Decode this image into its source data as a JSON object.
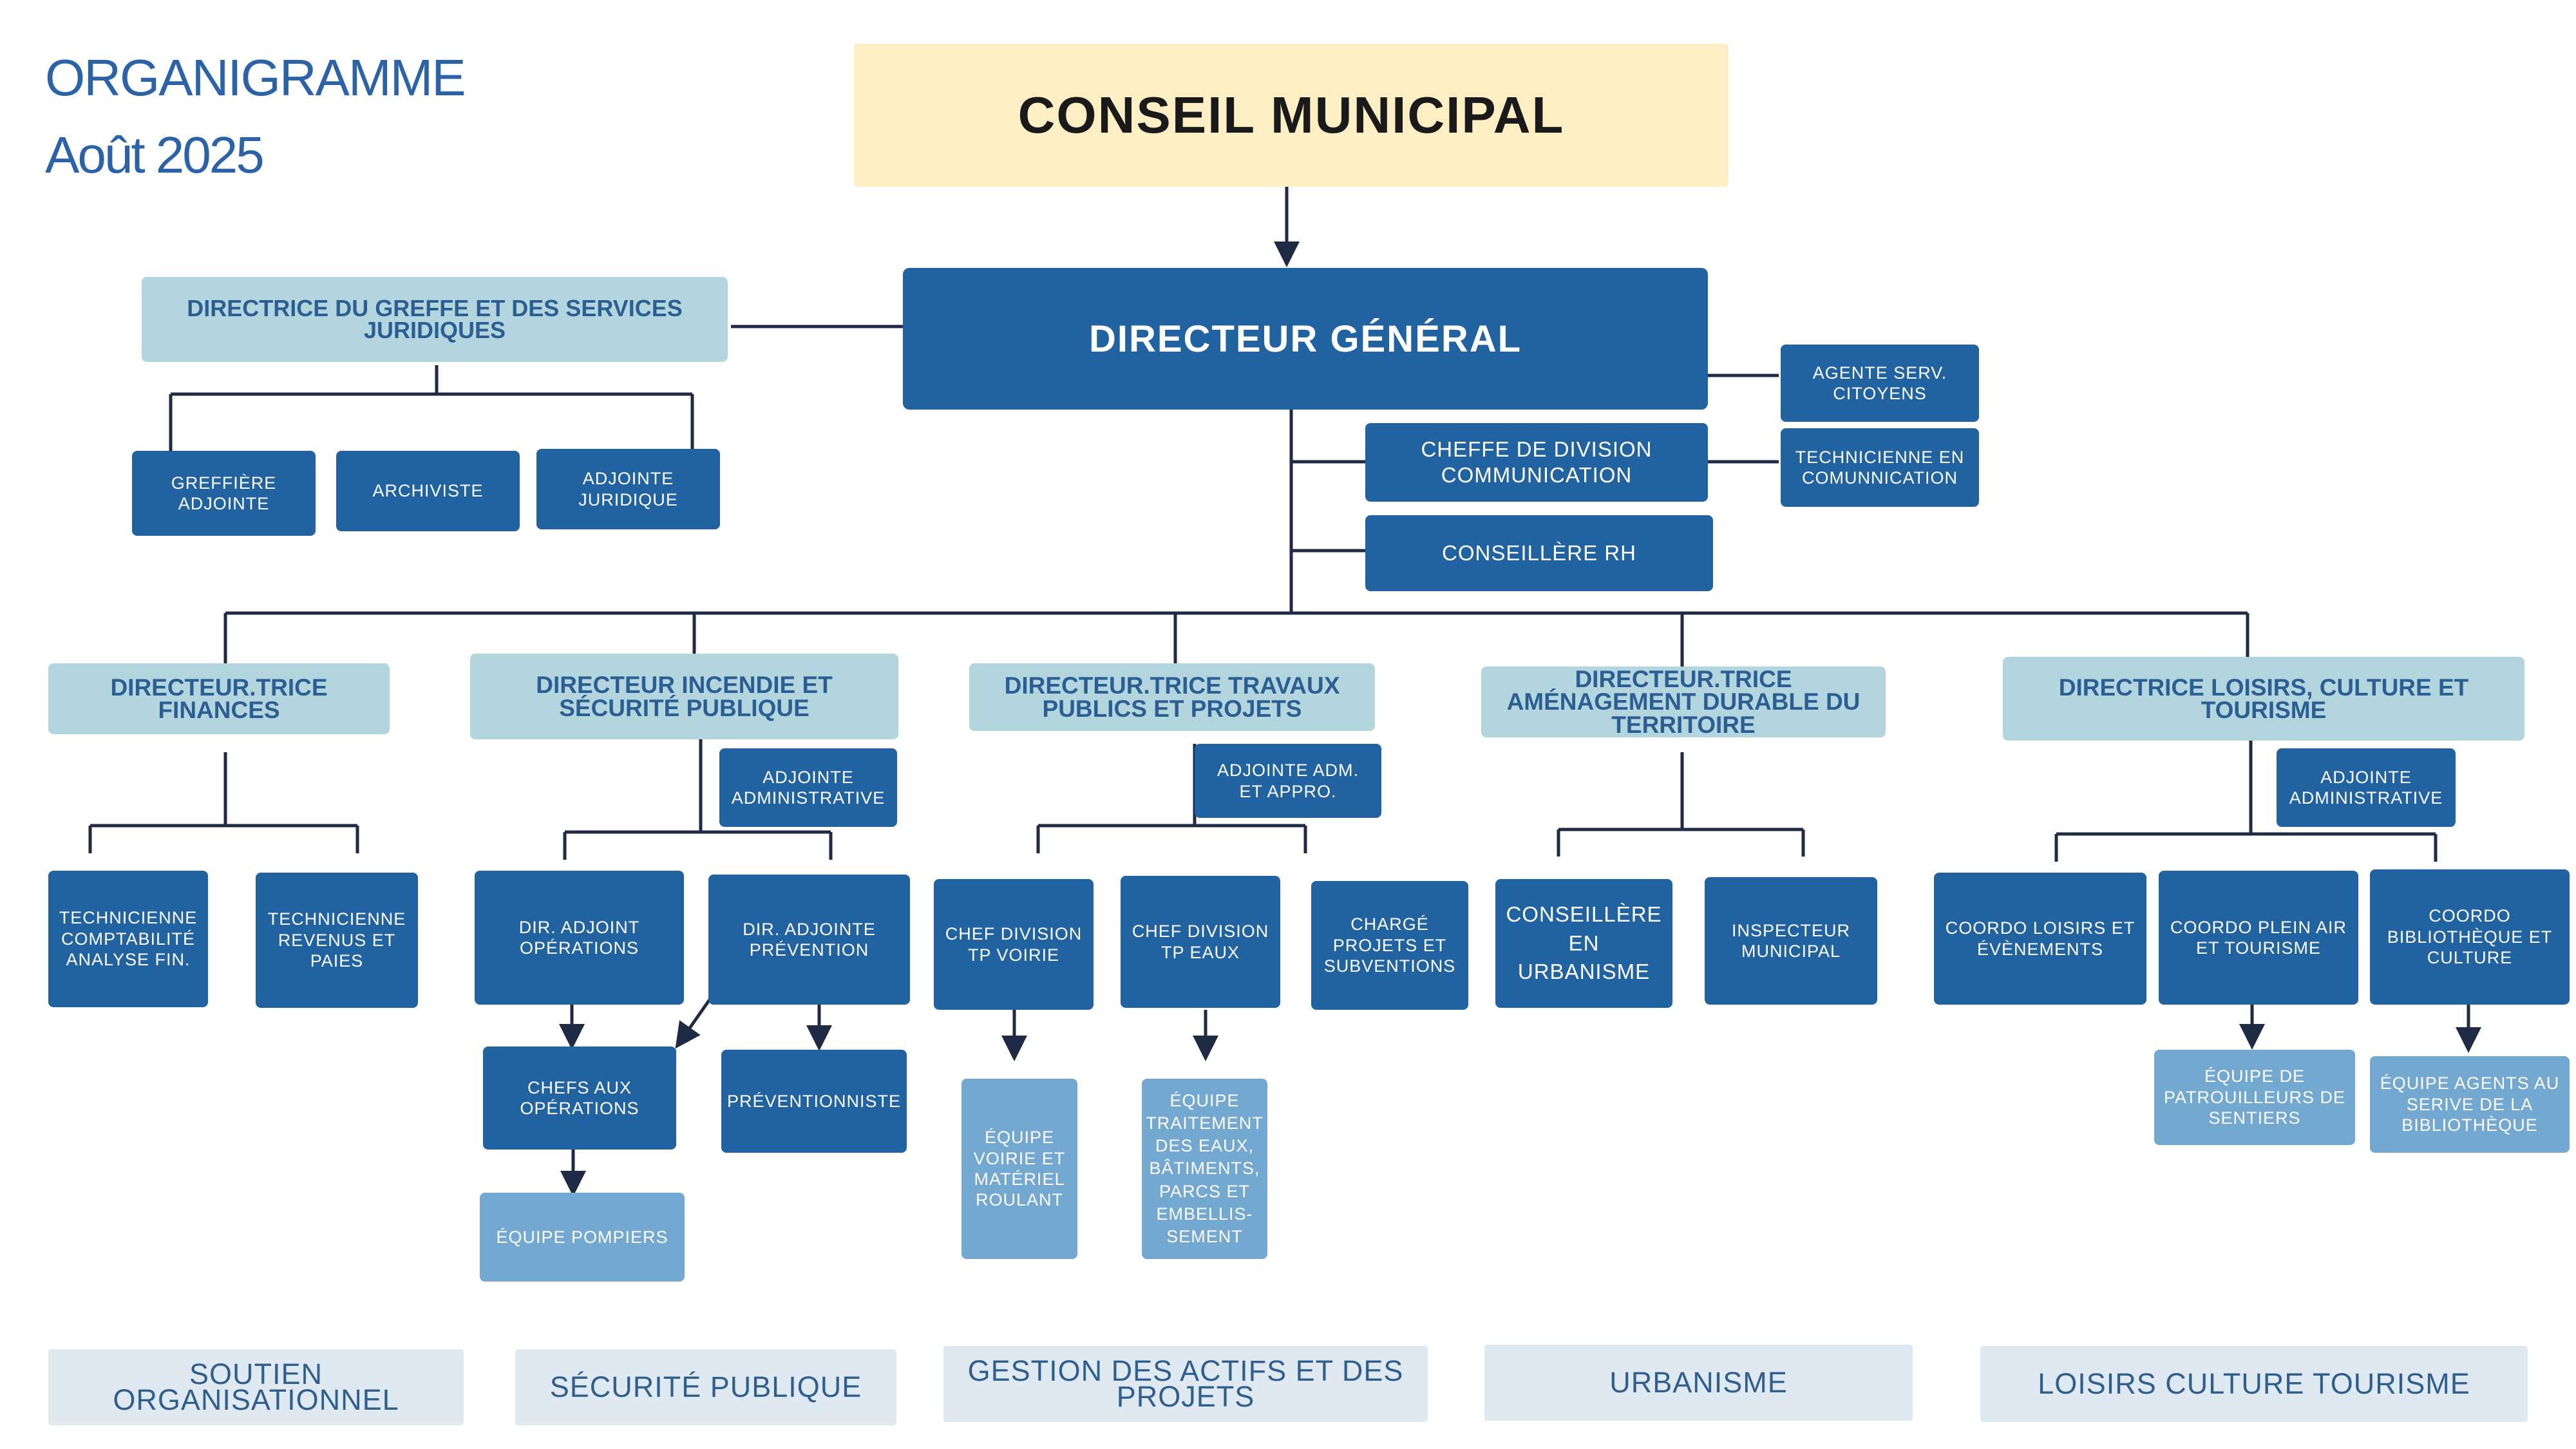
{
  "header": {
    "title": "ORGANIGRAMME",
    "date": "Août 2025"
  },
  "council": "CONSEIL MUNICIPAL",
  "director_general": "DIRECTEUR GÉNÉRAL",
  "greffe": {
    "head": "DIRECTRICE DU GREFFE ET DES SERVICES JURIDIQUES",
    "staff": [
      "GREFFIÈRE ADJOINTE",
      "ARCHIVISTE",
      "ADJOINTE JURIDIQUE"
    ]
  },
  "dg_staff": {
    "citizen_agent": "AGENTE SERV. CITOYENS",
    "comm_tech": "TECHNICIENNE EN COMUNNICATION",
    "comm_head": "CHEFFE DE DIVISION COMMUNICATION",
    "hr": "CONSEILLÈRE RH"
  },
  "finances": {
    "head": "DIRECTEUR.TRICE FINANCES",
    "staff": [
      "TECHNICIENNE COMPTABILITÉ ANALYSE FIN.",
      "TECHNICIENNE REVENUS ET PAIES"
    ]
  },
  "incendie": {
    "head": "DIRECTEUR INCENDIE ET SÉCURITÉ PUBLIQUE",
    "assistant": "ADJOINTE ADMINISTRATIVE",
    "dir_ops": "DIR. ADJOINT OPÉRATIONS",
    "dir_prev": "DIR. ADJOINTE PRÉVENTION",
    "chefs_ops": "CHEFS AUX OPÉRATIONS",
    "preventionniste": "PRÉVENTIONNISTE",
    "team_pompiers": "ÉQUIPE POMPIERS"
  },
  "travaux": {
    "head": "DIRECTEUR.TRICE TRAVAUX PUBLICS ET PROJETS",
    "assistant": "ADJOINTE ADM. ET APPRO.",
    "chef_voirie": "CHEF DIVISION TP VOIRIE",
    "chef_eaux": "CHEF DIVISION TP EAUX",
    "charge_projets": "CHARGÉ PROJETS ET SUBVENTIONS",
    "team_voirie": "ÉQUIPE VOIRIE ET MATÉRIEL ROULANT",
    "team_eaux": "ÉQUIPE TRAITEMENT DES EAUX, BÂTIMENTS, PARCS ET EMBELLIS-SEMENT"
  },
  "amenagement": {
    "head": "DIRECTEUR.TRICE AMÉNAGEMENT DURABLE DU TERRITOIRE",
    "conseillere": "CONSEILLÈRE EN URBANISME",
    "inspecteur": "INSPECTEUR MUNICIPAL"
  },
  "loisirs": {
    "head": "DIRECTRICE LOISIRS, CULTURE ET TOURISME",
    "assistant": "ADJOINTE ADMINISTRATIVE",
    "coordo_evenements": "COORDO LOISIRS ET ÉVÈNEMENTS",
    "coordo_plein_air": "COORDO PLEIN AIR ET TOURISME",
    "coordo_biblio": "COORDO BIBLIOTHÈQUE ET CULTURE",
    "team_sentiers": "ÉQUIPE DE PATROUILLEURS DE SENTIERS",
    "team_biblio": "ÉQUIPE AGENTS AU SERIVE DE LA BIBLIOTHÈQUE"
  },
  "bands": [
    "SOUTIEN ORGANISATIONNEL",
    "SÉCURITÉ PUBLIQUE",
    "GESTION DES ACTIFS ET DES PROJETS",
    "URBANISME",
    "LOISIRS CULTURE TOURISME"
  ],
  "colors": {
    "dark_box": "#2162a0",
    "pale_box": "#b3d5dd",
    "team_box": "#73a8d1",
    "band": "#dfe9f1",
    "council": "#fdefc3",
    "line": "#1f2a44"
  }
}
